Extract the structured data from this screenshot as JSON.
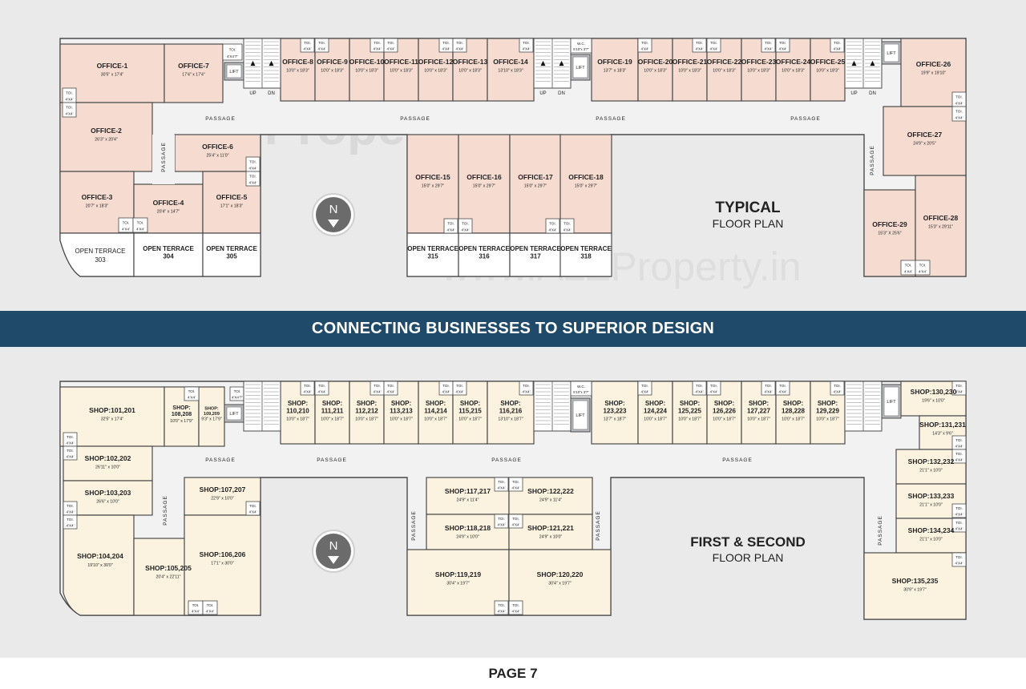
{
  "banner": "CONNECTING BUSINESSES TO SUPERIOR DESIGN",
  "footer": "PAGE 7",
  "watermark": {
    "logo": "A2Z Property",
    "url": "www.A2ZProperty.in"
  },
  "colors": {
    "office_fill": "#f6dcd0",
    "shop_fill": "#fbf3df",
    "wall": "#4a4a4a",
    "banner": "#1f4a6a",
    "panel": "#eaeaeb"
  },
  "compass_label": "N",
  "typical": {
    "title": "TYPICAL",
    "subtitle": "FLOOR PLAN",
    "offices": [
      {
        "name": "OFFICE-1",
        "dim": "30'5\" x 17'4\""
      },
      {
        "name": "OFFICE-7",
        "dim": "17'4\" x 17'4\""
      },
      {
        "name": "OFFICE-2",
        "dim": "26'3\" x 20'4\""
      },
      {
        "name": "OFFICE-6",
        "dim": "25'4\" x 11'0\""
      },
      {
        "name": "OFFICE-3",
        "dim": "20'7\" x 18'3\""
      },
      {
        "name": "OFFICE-4",
        "dim": "20'4\" x 14'7\""
      },
      {
        "name": "OFFICE-5",
        "dim": "17'1\" x 18'3\""
      },
      {
        "name": "OFFICE-8",
        "dim": "10'0\" x 18'3\""
      },
      {
        "name": "OFFICE-9",
        "dim": "10'0\" x 18'3\""
      },
      {
        "name": "OFFICE-10",
        "dim": "10'0\" x 18'3\""
      },
      {
        "name": "OFFICE-11",
        "dim": "10'0\" x 18'3\""
      },
      {
        "name": "OFFICE-12",
        "dim": "10'0\" x 18'3\""
      },
      {
        "name": "OFFICE-13",
        "dim": "10'0\" x 18'3\""
      },
      {
        "name": "OFFICE-14",
        "dim": "13'10\" x 18'3\""
      },
      {
        "name": "OFFICE-19",
        "dim": "13'7\" x 18'3\""
      },
      {
        "name": "OFFICE-20",
        "dim": "10'0\" x 18'3\""
      },
      {
        "name": "OFFICE-21",
        "dim": "10'0\" x 18'3\""
      },
      {
        "name": "OFFICE-22",
        "dim": "10'0\" x 18'3\""
      },
      {
        "name": "OFFICE-23",
        "dim": "10'0\" x 18'3\""
      },
      {
        "name": "OFFICE-24",
        "dim": "10'0\" x 18'3\""
      },
      {
        "name": "OFFICE-25",
        "dim": "10'0\" x 18'3\""
      },
      {
        "name": "OFFICE-26",
        "dim": "19'9\" x 19'10\""
      },
      {
        "name": "OFFICE-27",
        "dim": "24'9\" x 20'5\""
      },
      {
        "name": "OFFICE-15",
        "dim": "15'0\" x 29'7\""
      },
      {
        "name": "OFFICE-16",
        "dim": "15'0\" x 29'7\""
      },
      {
        "name": "OFFICE-17",
        "dim": "15'0\" x 29'7\""
      },
      {
        "name": "OFFICE-18",
        "dim": "15'0\" x 29'7\""
      },
      {
        "name": "OFFICE-29",
        "dim": "15'3\" X 25'6\""
      },
      {
        "name": "OFFICE-28",
        "dim": "15'3\" x 29'11\""
      }
    ],
    "terraces": [
      {
        "l1": "OPEN TERRACE",
        "l2": "303"
      },
      {
        "l1": "OPEN TERRACE",
        "l2": "304"
      },
      {
        "l1": "OPEN TERRACE",
        "l2": "305"
      },
      {
        "l1": "OPEN TERRACE",
        "l2": "315"
      },
      {
        "l1": "OPEN TERRACE",
        "l2": "316"
      },
      {
        "l1": "OPEN TERRACE",
        "l2": "317"
      },
      {
        "l1": "OPEN TERRACE",
        "l2": "318"
      }
    ]
  },
  "first_second": {
    "title": "FIRST & SECOND",
    "subtitle": "FLOOR PLAN",
    "shops": [
      {
        "name": "SHOP:101,201",
        "dim": "32'5\" x 17'4\""
      },
      {
        "name": "SHOP:\n108,208",
        "dim": "10'0\" x 17'9\""
      },
      {
        "name": "SHOP:\n109,209",
        "dim": "9'3\" x 17'9\""
      },
      {
        "name": "SHOP:\n110,210",
        "dim": "10'0\" x 18'7\""
      },
      {
        "name": "SHOP:\n111,211",
        "dim": "10'0\" x 18'7\""
      },
      {
        "name": "SHOP:\n112,212",
        "dim": "10'0\" x 18'7\""
      },
      {
        "name": "SHOP:\n113,213",
        "dim": "10'0\" x 18'7\""
      },
      {
        "name": "SHOP:\n114,214",
        "dim": "10'0\" x 18'7\""
      },
      {
        "name": "SHOP:\n115,215",
        "dim": "10'0\" x 18'7\""
      },
      {
        "name": "SHOP:\n116,216",
        "dim": "13'10\" x 18'7\""
      },
      {
        "name": "SHOP:\n123,223",
        "dim": "13'7\" x 18'7\""
      },
      {
        "name": "SHOP:\n124,224",
        "dim": "10'0\" x 18'7\""
      },
      {
        "name": "SHOP:\n125,225",
        "dim": "10'0\" x 18'7\""
      },
      {
        "name": "SHOP:\n126,226",
        "dim": "10'0\" x 18'7\""
      },
      {
        "name": "SHOP:\n127,227",
        "dim": "10'0\" x 18'7\""
      },
      {
        "name": "SHOP:\n128,228",
        "dim": "10'0\" x 18'7\""
      },
      {
        "name": "SHOP:\n129,229",
        "dim": "10'0\" x 18'7\""
      },
      {
        "name": "SHOP:130,230",
        "dim": "19'6\" x 10'0\""
      },
      {
        "name": "SHOP:131,231",
        "dim": "14'3\" x 9'6\""
      },
      {
        "name": "SHOP:102,202",
        "dim": "26'11\" x 10'0\""
      },
      {
        "name": "SHOP:103,203",
        "dim": "26'6\" x 10'0\""
      },
      {
        "name": "SHOP:107,207",
        "dim": "22'9\" x 10'0\""
      },
      {
        "name": "SHOP:104,204",
        "dim": "19'10\" x 30'0\""
      },
      {
        "name": "SHOP:105,205",
        "dim": "20'4\" x 22'11\""
      },
      {
        "name": "SHOP:106,206",
        "dim": "17'1\" x 30'0\""
      },
      {
        "name": "SHOP:117,217",
        "dim": "24'9\" x 11'4\""
      },
      {
        "name": "SHOP:122,222",
        "dim": "24'9\" x 11'4\""
      },
      {
        "name": "SHOP:118,218",
        "dim": "24'9\" x 10'0\""
      },
      {
        "name": "SHOP:121,221",
        "dim": "24'9\" x 10'0\""
      },
      {
        "name": "SHOP:119,219",
        "dim": "30'4\" x 19'7\""
      },
      {
        "name": "SHOP:120,220",
        "dim": "30'4\" x 19'7\""
      },
      {
        "name": "SHOP:132,232",
        "dim": "21'1\" x 10'0\""
      },
      {
        "name": "SHOP:133,233",
        "dim": "21'1\" x 10'0\""
      },
      {
        "name": "SHOP:134,234",
        "dim": "21'1\" x 10'0\""
      },
      {
        "name": "SHOP:135,235",
        "dim": "30'9\" x 19'7\""
      }
    ]
  },
  "labels": {
    "passage": "PASSAGE",
    "lift": "LIFT",
    "up": "UP",
    "dn": "DN",
    "toi": "TOI.",
    "toi_size": "4'X4'",
    "toi_big": "4'X4'7\"",
    "wc": "W.C.",
    "wc_size": "5'10\"x 3'7\""
  }
}
